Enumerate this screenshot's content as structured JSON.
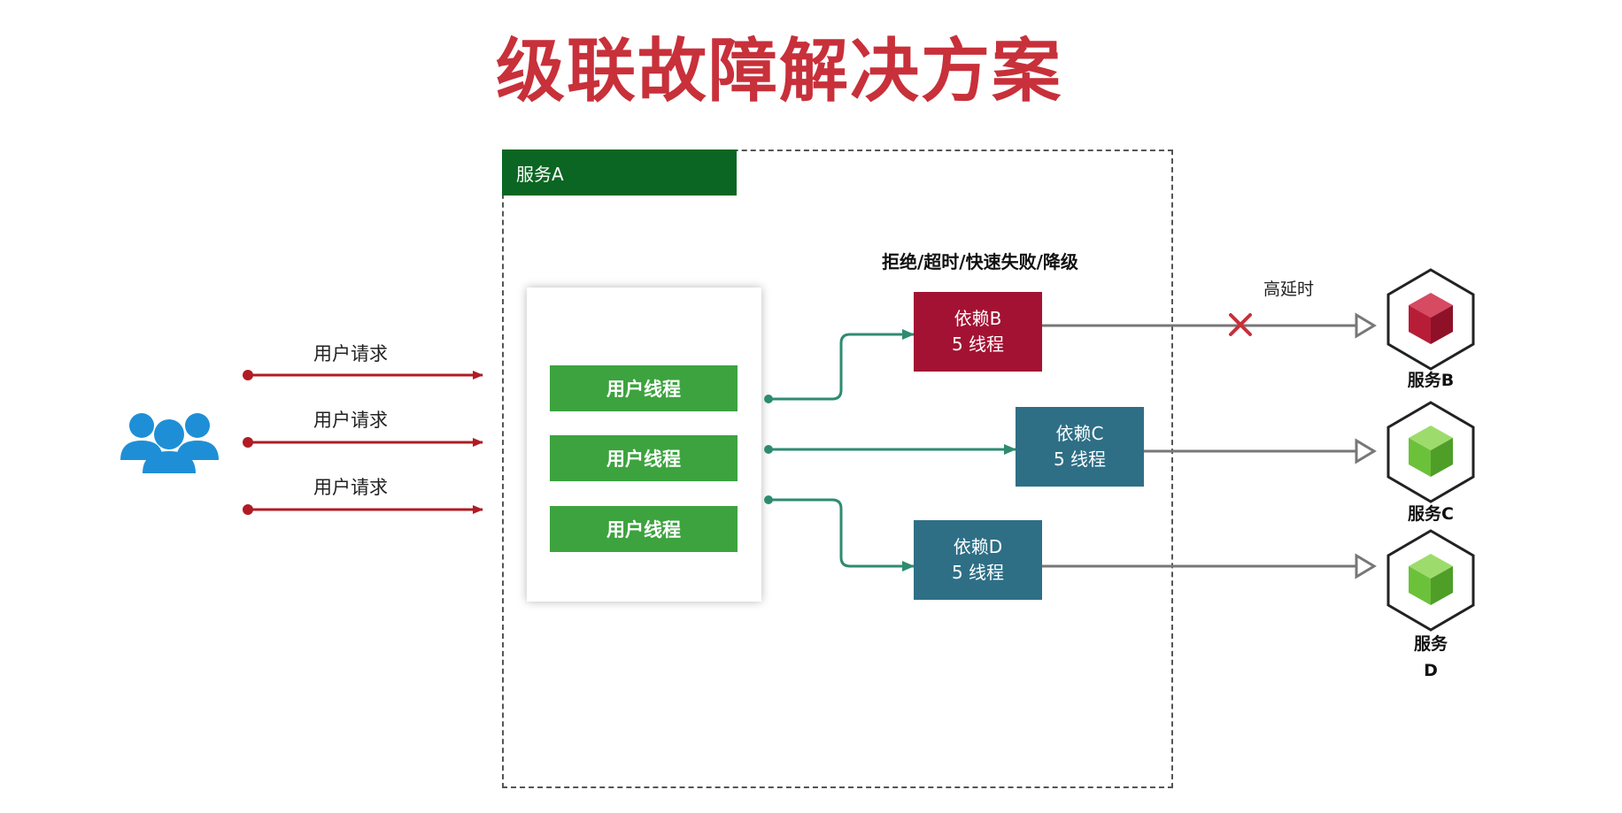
{
  "title": "级联故障解决方案",
  "service_a": {
    "label": "服务A",
    "threads": [
      "用户线程",
      "用户线程",
      "用户线程"
    ]
  },
  "requests": [
    "用户请求",
    "用户请求",
    "用户请求"
  ],
  "strategy_label": "拒绝/超时/快速失败/降级",
  "dependencies": [
    {
      "name": "依赖B",
      "threads": "5 线程"
    },
    {
      "name": "依赖C",
      "threads": "5 线程"
    },
    {
      "name": "依赖D",
      "threads": "5 线程"
    }
  ],
  "latency_label": "高延时",
  "services": [
    {
      "label": "服务B"
    },
    {
      "label": "服务C"
    },
    {
      "label": "服务\nD"
    }
  ],
  "colors": {
    "title": "#c8303a",
    "service_header": "#0a6622",
    "thread": "#3ca33e",
    "dep_b": "#a31233",
    "dep_cd": "#2e6f86",
    "request_arrow": "#b01c24",
    "flow_arrow": "#2e8b70",
    "users_icon": "#1e8fd6",
    "service_b_cube": "#b81d38",
    "service_cd_cube": "#6cc13a"
  },
  "icons": [
    "users-icon",
    "cube-icon",
    "cross-icon"
  ]
}
